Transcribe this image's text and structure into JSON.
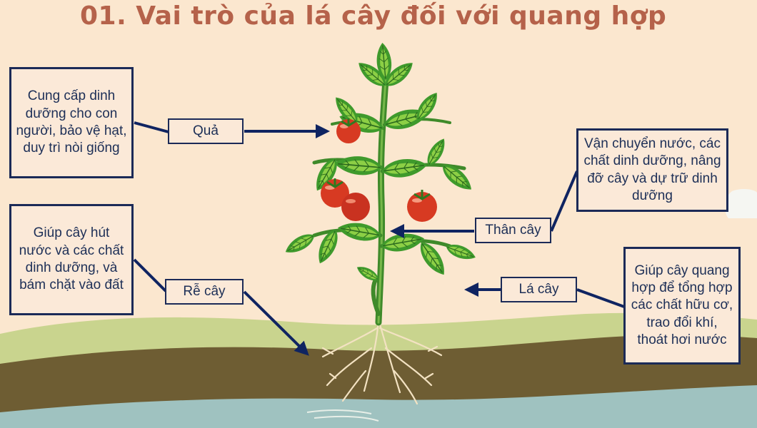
{
  "title": "01. Vai trò của lá cây đối với quang hợp",
  "labels": {
    "fruit": "Quả",
    "stem": "Thân cây",
    "root": "Rễ cây",
    "leaf": "Lá cây"
  },
  "descriptions": {
    "fruit": "Cung cấp dinh dưỡng cho con người,  bảo vệ hạt, duy trì nòi giống",
    "stem": "Vận chuyển nước, các chất dinh dưỡng, nâng đỡ cây và dự trữ dinh dưỡng",
    "root": "Giúp cây hút nước và các chất dinh dưỡng, và bám chặt vào đất",
    "leaf": "Giúp cây quang hợp để tổng hợp các chất hữu cơ, trao đổi khí, thoát hơi nước"
  },
  "colors": {
    "background": "#fbe7cf",
    "title": "#b5624a",
    "box_border": "#1b2a57",
    "box_text": "#1d2f57",
    "arrow": "#0f2461",
    "grass": "#c9d48e",
    "soil": "#6e5d33",
    "water": "#9fc2c0",
    "leaf": "#3f9a2c",
    "fruit": "#d73a22"
  }
}
